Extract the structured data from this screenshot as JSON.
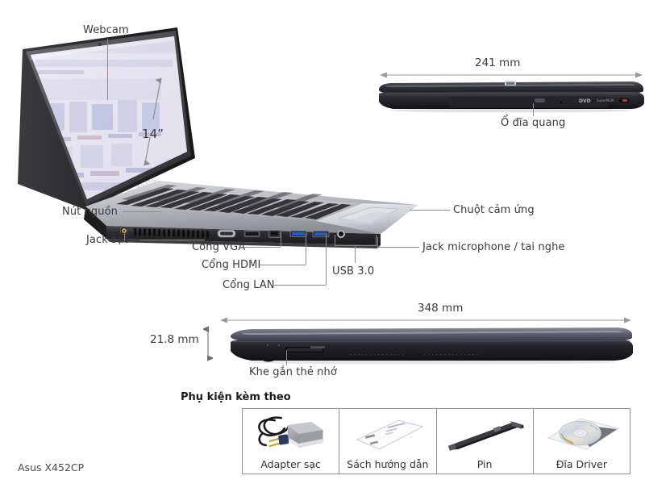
{
  "page": {
    "model_caption": "Asus X452CP",
    "background_color": "#ffffff",
    "text_color": "#3a3a3a",
    "leader_color": "#8c8c8c"
  },
  "main_view": {
    "name": "open-laptop-perspective",
    "callouts": [
      {
        "id": "webcam",
        "label": "Webcam"
      },
      {
        "id": "screen-size",
        "label": "14”"
      },
      {
        "id": "power-button",
        "label": "Nút nguồn"
      },
      {
        "id": "power-jack",
        "label": "Jack sạc"
      },
      {
        "id": "vga-port",
        "label": "Cổng VGA"
      },
      {
        "id": "hdmi-port",
        "label": "Cổng HDMI"
      },
      {
        "id": "lan-port",
        "label": "Cổng LAN"
      },
      {
        "id": "usb3-ports",
        "label": "USB 3.0"
      },
      {
        "id": "touchpad",
        "label": "Chuột cảm ứng"
      },
      {
        "id": "audio-jack",
        "label": "Jack microphone / tai nghe"
      }
    ]
  },
  "side_view": {
    "name": "right-side-view",
    "dimension": "241 mm",
    "callouts": [
      {
        "id": "optical-drive",
        "label": "Ổ đĩa quang"
      }
    ]
  },
  "front_view": {
    "name": "front-closed-view",
    "width_dimension": "348 mm",
    "height_dimension": "21.8 mm",
    "callouts": [
      {
        "id": "card-reader",
        "label": "Khe gắn thẻ nhớ"
      }
    ]
  },
  "accessories": {
    "heading": "Phụ kiện kèm theo",
    "items": [
      {
        "id": "adapter",
        "label": "Adapter sạc"
      },
      {
        "id": "manual",
        "label": "Sách hướng dẫn"
      },
      {
        "id": "battery",
        "label": "Pin"
      },
      {
        "id": "driver-disc",
        "label": "Đĩa Driver"
      }
    ]
  }
}
